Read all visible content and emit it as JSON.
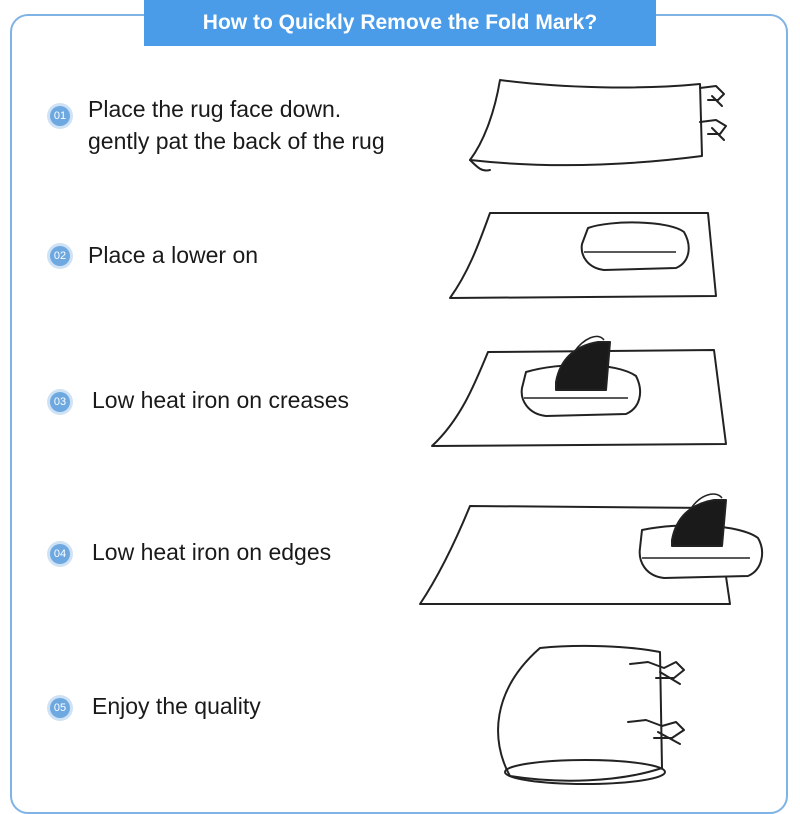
{
  "title": "How to Quickly Remove the Fold Mark?",
  "steps": [
    {
      "number": "01",
      "line1": "Place the rug face down.",
      "line2": "gently pat the back of the rug"
    },
    {
      "number": "02",
      "line1": "Place a lower on"
    },
    {
      "number": "03",
      "line1": "Low heat iron on creases"
    },
    {
      "number": "04",
      "line1": "Low heat iron on edges"
    },
    {
      "number": "05",
      "line1": "Enjoy the quality"
    }
  ],
  "colors": {
    "accent": "#4a9be8",
    "border": "#7fb2e5",
    "badge": "#6ea8e0"
  }
}
